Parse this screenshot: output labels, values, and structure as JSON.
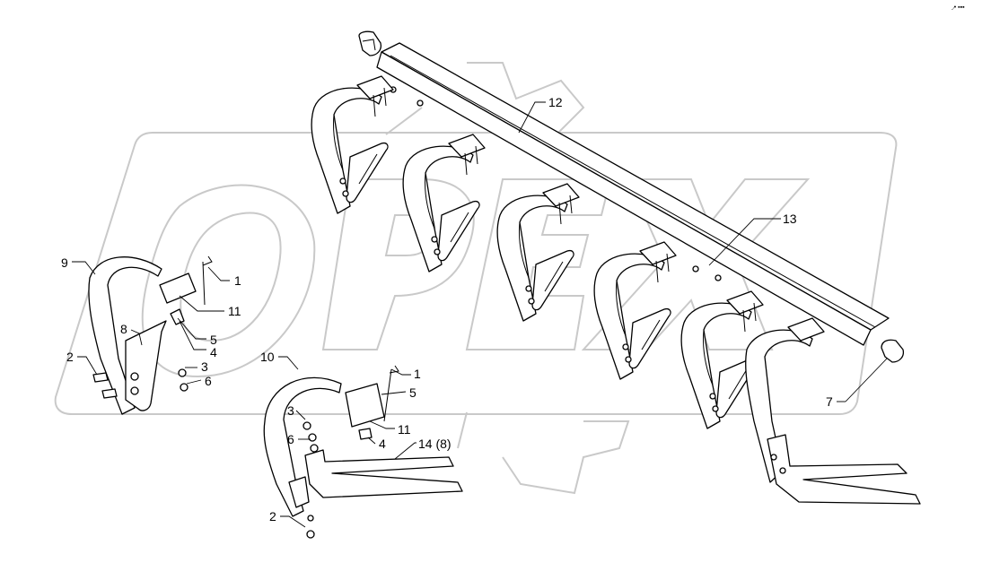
{
  "corner_text": "◞• ▪▪▪",
  "watermark": "OPEX",
  "callouts": [
    {
      "id": "c9",
      "text": "9"
    },
    {
      "id": "c1a",
      "text": "1"
    },
    {
      "id": "c11a",
      "text": "11"
    },
    {
      "id": "c5a",
      "text": "5"
    },
    {
      "id": "c4a",
      "text": "4"
    },
    {
      "id": "c8",
      "text": "8"
    },
    {
      "id": "c2a",
      "text": "2"
    },
    {
      "id": "c3a",
      "text": "3"
    },
    {
      "id": "c6a",
      "text": "6"
    },
    {
      "id": "c10",
      "text": "10"
    },
    {
      "id": "c1b",
      "text": "1"
    },
    {
      "id": "c5b",
      "text": "5"
    },
    {
      "id": "c3b",
      "text": "3"
    },
    {
      "id": "c11b",
      "text": "11"
    },
    {
      "id": "c6b",
      "text": "6"
    },
    {
      "id": "c4b",
      "text": "4"
    },
    {
      "id": "c14",
      "text": "14 (8)"
    },
    {
      "id": "c2b",
      "text": "2"
    },
    {
      "id": "c12",
      "text": "12"
    },
    {
      "id": "c13",
      "text": "13"
    },
    {
      "id": "c7",
      "text": "7"
    }
  ]
}
